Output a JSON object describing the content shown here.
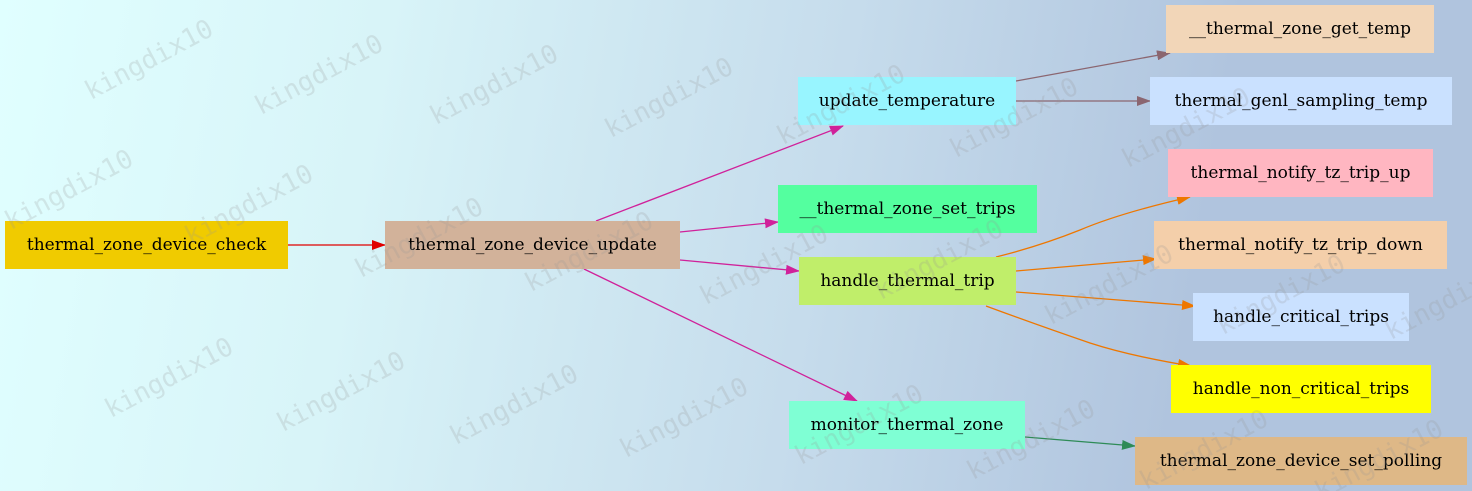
{
  "nodes": {
    "check": "thermal_zone_device_check",
    "update": "thermal_zone_device_update",
    "update_temperature": "update_temperature",
    "set_trips": "__thermal_zone_set_trips",
    "handle_thermal_trip": "handle_thermal_trip",
    "monitor": "monitor_thermal_zone",
    "get_temp": "__thermal_zone_get_temp",
    "genl_sampling": "thermal_genl_sampling_temp",
    "notify_up": "thermal_notify_tz_trip_up",
    "notify_down": "thermal_notify_tz_trip_down",
    "critical": "handle_critical_trips",
    "non_critical": "handle_non_critical_trips",
    "set_polling": "thermal_zone_device_set_polling"
  },
  "colors": {
    "check": "#f0cb00",
    "update": "#d2b29a",
    "update_temperature": "#98f5ff",
    "set_trips": "#54ff9f",
    "handle_thermal_trip": "#c0ee6a",
    "monitor": "#7fffd4",
    "get_temp": "#f2d6b8",
    "genl_sampling": "#cae1ff",
    "notify_up": "#ffb6c1",
    "notify_down": "#f4cfaa",
    "critical": "#cae1ff",
    "non_critical": "#ffff00",
    "set_polling": "#deb887",
    "edge_red": "#e00000",
    "edge_magenta": "#d0219a",
    "edge_mauve": "#8b6670",
    "edge_orange": "#ee7700",
    "edge_green": "#2e8b57"
  },
  "watermark": "kingdix10"
}
